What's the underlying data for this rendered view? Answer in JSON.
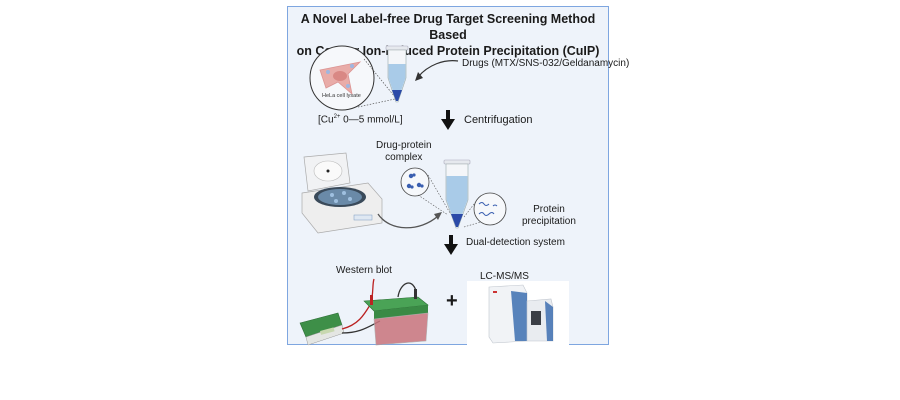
{
  "title_line1": "A Novel Label-free Drug Target Screening Method Based",
  "title_line2": "on Copper Ion-induced Protein Precipitation (CuIP)",
  "step1": {
    "cell_label": "HeLa cell lysate",
    "drugs_label": "Drugs (MTX/SNS-032/Geldanamycin)"
  },
  "step2": {
    "copper_prefix": "[Cu",
    "copper_sup": "2+",
    "copper_suffix": " 0—5  mmol/L]",
    "arrow_label": "Centrifugation"
  },
  "step3": {
    "complex_line1": "Drug-protein",
    "complex_line2": "complex",
    "precip_line1": "Protein",
    "precip_line2": "precipitation"
  },
  "step4": {
    "arrow_label": "Dual-detection system",
    "western_blot_label": "Western blot",
    "plus_sign": "+",
    "lcms_label": "LC-MS/MS"
  },
  "colors": {
    "panel_border": "#7ea6e0",
    "panel_bg": "#eef3fa",
    "tube_liquid": "#a9cbe8",
    "pellet": "#2b4aa8",
    "gel_box_lid": "#3f9a4a",
    "gel_box_body": "#c9737c"
  }
}
